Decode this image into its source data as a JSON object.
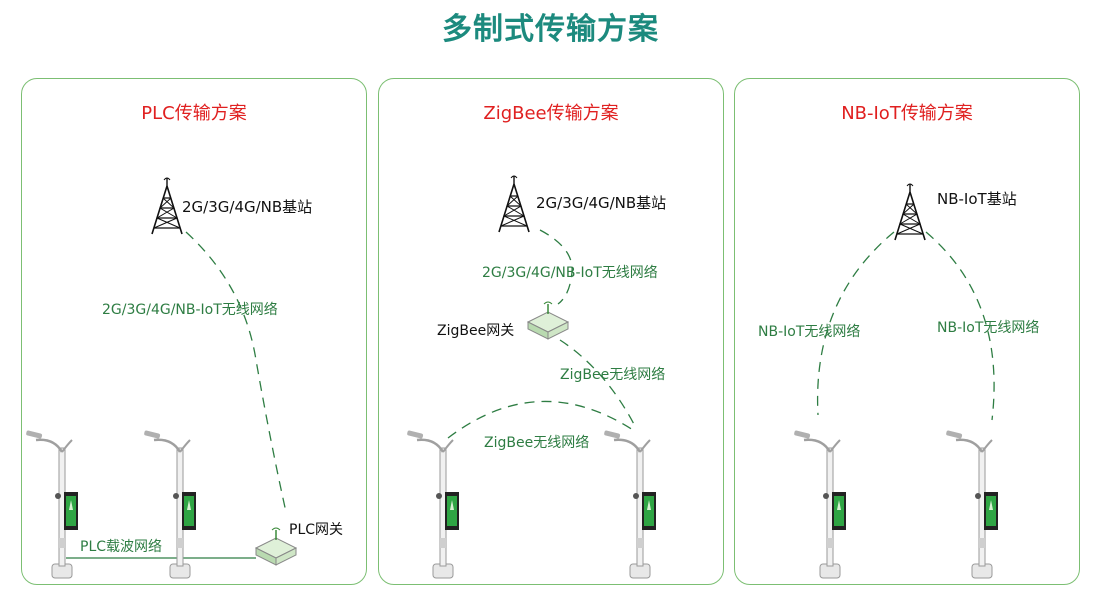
{
  "title": "多制式传输方案",
  "panels": [
    {
      "title": "PLC传输方案",
      "station_label": "2G/3G/4G/NB基站",
      "wireless_label": "2G/3G/4G/NB-IoT无线网络",
      "gateway_label": "PLC网关",
      "carrier_label": "PLC载波网络"
    },
    {
      "title": "ZigBee传输方案",
      "station_label": "2G/3G/4G/NB基站",
      "wireless_label": "2G/3G/4G/NB-IoT无线网络",
      "gateway_label": "ZigBee网关",
      "zigbee_label_1": "ZigBee无线网络",
      "zigbee_label_2": "ZigBee无线网络"
    },
    {
      "title": "NB-IoT传输方案",
      "station_label": "NB-IoT基站",
      "left_label": "NB-IoT无线网络",
      "right_label": "NB-IoT无线网络"
    }
  ],
  "colors": {
    "title": "#1c8a7e",
    "panel_title": "#e02020",
    "network": "#2e7d43",
    "border": "#7cbf73"
  },
  "icons": [
    "cell-tower-icon",
    "gateway-icon",
    "street-light-icon"
  ]
}
